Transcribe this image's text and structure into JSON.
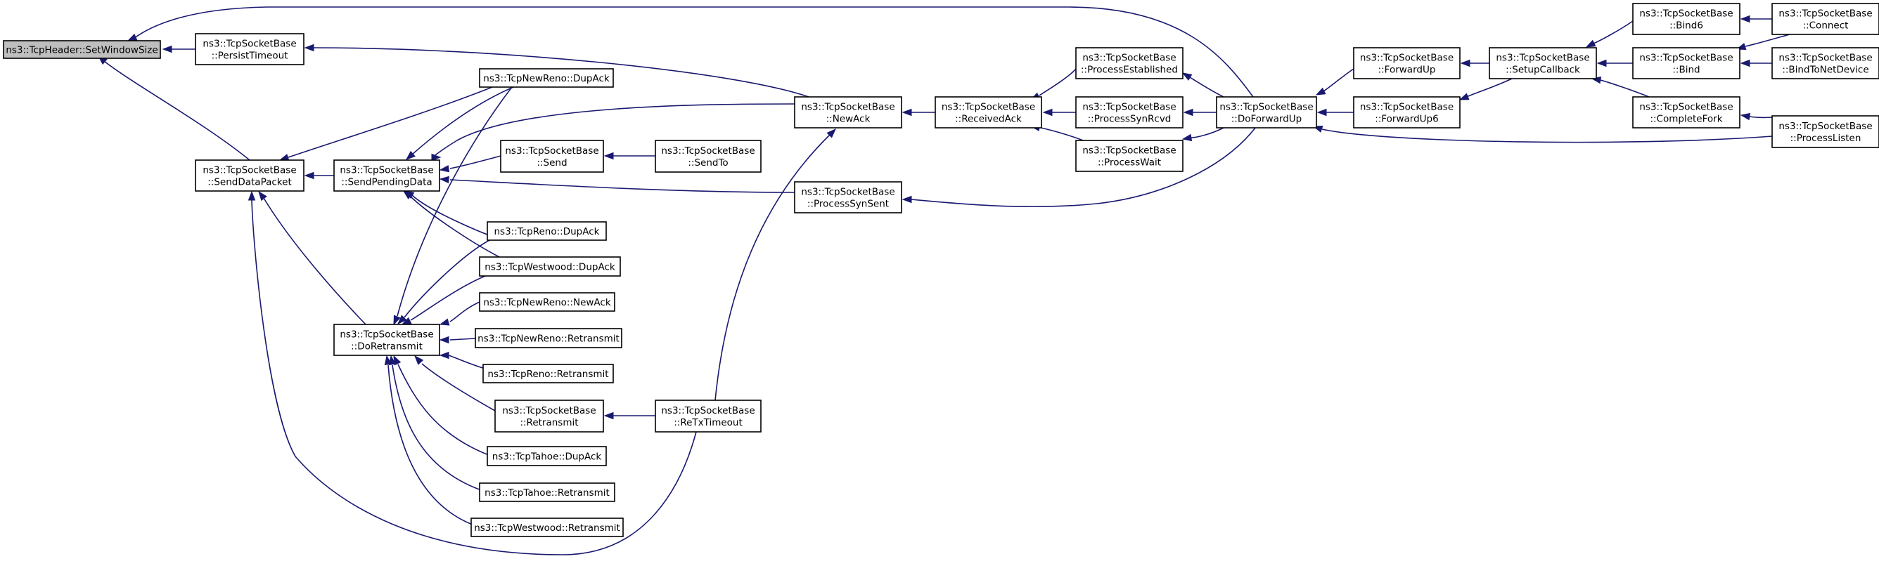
{
  "diagram": {
    "type": "call-graph",
    "root": "SetWindowSize",
    "colors": {
      "edge": "#191970",
      "node_border": "#000000",
      "root_fill": "#bfbfbf",
      "node_fill": "#ffffff"
    },
    "nodes": [
      {
        "id": "SetWindowSize",
        "lines": [
          "ns3::TcpHeader::SetWindowSize"
        ]
      },
      {
        "id": "PersistTimeout",
        "lines": [
          "ns3::TcpSocketBase",
          "::PersistTimeout"
        ]
      },
      {
        "id": "SendDataPacket",
        "lines": [
          "ns3::TcpSocketBase",
          "::SendDataPacket"
        ]
      },
      {
        "id": "SendPendingData",
        "lines": [
          "ns3::TcpSocketBase",
          "::SendPendingData"
        ]
      },
      {
        "id": "DoRetransmit",
        "lines": [
          "ns3::TcpSocketBase",
          "::DoRetransmit"
        ]
      },
      {
        "id": "NewRenoDupAck",
        "lines": [
          "ns3::TcpNewReno::DupAck"
        ]
      },
      {
        "id": "Send",
        "lines": [
          "ns3::TcpSocketBase",
          "::Send"
        ]
      },
      {
        "id": "SendTo",
        "lines": [
          "ns3::TcpSocketBase",
          "::SendTo"
        ]
      },
      {
        "id": "RenoDupAck",
        "lines": [
          "ns3::TcpReno::DupAck"
        ]
      },
      {
        "id": "WestwoodDupAck",
        "lines": [
          "ns3::TcpWestwood::DupAck"
        ]
      },
      {
        "id": "NewRenoNewAck",
        "lines": [
          "ns3::TcpNewReno::NewAck"
        ]
      },
      {
        "id": "NewRenoRetransmit",
        "lines": [
          "ns3::TcpNewReno::Retransmit"
        ]
      },
      {
        "id": "RenoRetransmit",
        "lines": [
          "ns3::TcpReno::Retransmit"
        ]
      },
      {
        "id": "SBRetransmit",
        "lines": [
          "ns3::TcpSocketBase",
          "::Retransmit"
        ]
      },
      {
        "id": "TahoeDupAck",
        "lines": [
          "ns3::TcpTahoe::DupAck"
        ]
      },
      {
        "id": "TahoeRetransmit",
        "lines": [
          "ns3::TcpTahoe::Retransmit"
        ]
      },
      {
        "id": "WestwoodRetransmit",
        "lines": [
          "ns3::TcpWestwood::Retransmit"
        ]
      },
      {
        "id": "ReTxTimeout",
        "lines": [
          "ns3::TcpSocketBase",
          "::ReTxTimeout"
        ]
      },
      {
        "id": "NewAck",
        "lines": [
          "ns3::TcpSocketBase",
          "::NewAck"
        ]
      },
      {
        "id": "ProcessSynSent",
        "lines": [
          "ns3::TcpSocketBase",
          "::ProcessSynSent"
        ]
      },
      {
        "id": "ReceivedAck",
        "lines": [
          "ns3::TcpSocketBase",
          "::ReceivedAck"
        ]
      },
      {
        "id": "ProcessEstablished",
        "lines": [
          "ns3::TcpSocketBase",
          "::ProcessEstablished"
        ]
      },
      {
        "id": "ProcessSynRcvd",
        "lines": [
          "ns3::TcpSocketBase",
          "::ProcessSynRcvd"
        ]
      },
      {
        "id": "ProcessWait",
        "lines": [
          "ns3::TcpSocketBase",
          "::ProcessWait"
        ]
      },
      {
        "id": "DoForwardUp",
        "lines": [
          "ns3::TcpSocketBase",
          "::DoForwardUp"
        ]
      },
      {
        "id": "ForwardUp",
        "lines": [
          "ns3::TcpSocketBase",
          "::ForwardUp"
        ]
      },
      {
        "id": "ForwardUp6",
        "lines": [
          "ns3::TcpSocketBase",
          "::ForwardUp6"
        ]
      },
      {
        "id": "SetupCallback",
        "lines": [
          "ns3::TcpSocketBase",
          "::SetupCallback"
        ]
      },
      {
        "id": "Bind6",
        "lines": [
          "ns3::TcpSocketBase",
          "::Bind6"
        ]
      },
      {
        "id": "Bind",
        "lines": [
          "ns3::TcpSocketBase",
          "::Bind"
        ]
      },
      {
        "id": "CompleteFork",
        "lines": [
          "ns3::TcpSocketBase",
          "::CompleteFork"
        ]
      },
      {
        "id": "Connect",
        "lines": [
          "ns3::TcpSocketBase",
          "::Connect"
        ]
      },
      {
        "id": "BindToNetDevice",
        "lines": [
          "ns3::TcpSocketBase",
          "::BindToNetDevice"
        ]
      },
      {
        "id": "ProcessListen",
        "lines": [
          "ns3::TcpSocketBase",
          "::ProcessListen"
        ]
      }
    ],
    "edges": [
      {
        "from": "PersistTimeout",
        "to": "SetWindowSize"
      },
      {
        "from": "SendDataPacket",
        "to": "SetWindowSize"
      },
      {
        "from": "DoForwardUp",
        "to": "SetWindowSize"
      },
      {
        "from": "NewAck",
        "to": "PersistTimeout"
      },
      {
        "from": "SendPendingData",
        "to": "SendDataPacket"
      },
      {
        "from": "DoRetransmit",
        "to": "SendDataPacket"
      },
      {
        "from": "NewRenoDupAck",
        "to": "SendDataPacket"
      },
      {
        "from": "ReTxTimeout",
        "to": "SendDataPacket"
      },
      {
        "from": "NewRenoDupAck",
        "to": "SendPendingData"
      },
      {
        "from": "NewAck",
        "to": "SendPendingData"
      },
      {
        "from": "Send",
        "to": "SendPendingData"
      },
      {
        "from": "ProcessSynSent",
        "to": "SendPendingData"
      },
      {
        "from": "RenoDupAck",
        "to": "SendPendingData"
      },
      {
        "from": "WestwoodDupAck",
        "to": "SendPendingData"
      },
      {
        "from": "NewRenoDupAck",
        "to": "DoRetransmit"
      },
      {
        "from": "RenoDupAck",
        "to": "DoRetransmit"
      },
      {
        "from": "WestwoodDupAck",
        "to": "DoRetransmit"
      },
      {
        "from": "NewRenoNewAck",
        "to": "DoRetransmit"
      },
      {
        "from": "NewRenoRetransmit",
        "to": "DoRetransmit"
      },
      {
        "from": "RenoRetransmit",
        "to": "DoRetransmit"
      },
      {
        "from": "SBRetransmit",
        "to": "DoRetransmit"
      },
      {
        "from": "TahoeDupAck",
        "to": "DoRetransmit"
      },
      {
        "from": "TahoeRetransmit",
        "to": "DoRetransmit"
      },
      {
        "from": "WestwoodRetransmit",
        "to": "DoRetransmit"
      },
      {
        "from": "SendTo",
        "to": "Send"
      },
      {
        "from": "ReTxTimeout",
        "to": "SBRetransmit"
      },
      {
        "from": "ReTxTimeout",
        "to": "NewAck"
      },
      {
        "from": "ReceivedAck",
        "to": "NewAck"
      },
      {
        "from": "DoForwardUp",
        "to": "ProcessSynSent"
      },
      {
        "from": "ProcessEstablished",
        "to": "ReceivedAck"
      },
      {
        "from": "ProcessSynRcvd",
        "to": "ReceivedAck"
      },
      {
        "from": "ProcessWait",
        "to": "ReceivedAck"
      },
      {
        "from": "DoForwardUp",
        "to": "ProcessEstablished"
      },
      {
        "from": "DoForwardUp",
        "to": "ProcessSynRcvd"
      },
      {
        "from": "DoForwardUp",
        "to": "ProcessWait"
      },
      {
        "from": "ForwardUp",
        "to": "DoForwardUp"
      },
      {
        "from": "ForwardUp6",
        "to": "DoForwardUp"
      },
      {
        "from": "ProcessListen",
        "to": "DoForwardUp"
      },
      {
        "from": "SetupCallback",
        "to": "ForwardUp"
      },
      {
        "from": "SetupCallback",
        "to": "ForwardUp6"
      },
      {
        "from": "Bind6",
        "to": "SetupCallback"
      },
      {
        "from": "Bind",
        "to": "SetupCallback"
      },
      {
        "from": "CompleteFork",
        "to": "SetupCallback"
      },
      {
        "from": "Connect",
        "to": "Bind6"
      },
      {
        "from": "Connect",
        "to": "Bind"
      },
      {
        "from": "BindToNetDevice",
        "to": "Bind"
      },
      {
        "from": "ProcessListen",
        "to": "CompleteFork"
      }
    ]
  }
}
